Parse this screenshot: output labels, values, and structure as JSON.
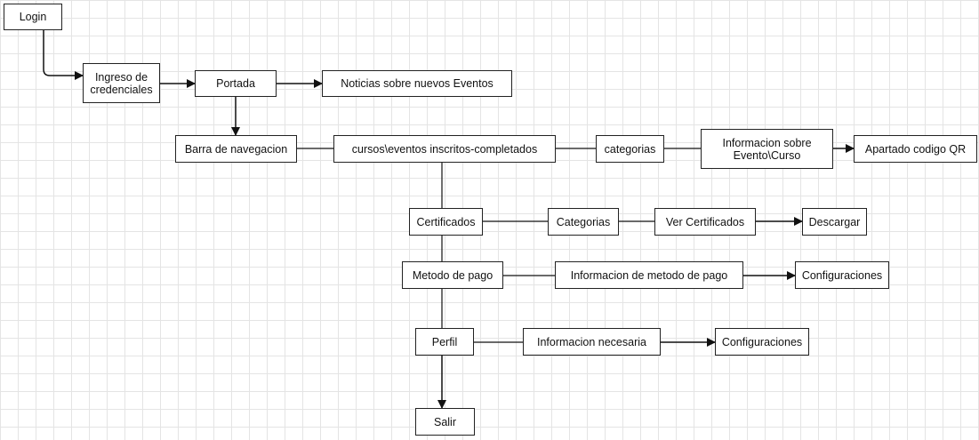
{
  "diagram": {
    "nodes": {
      "login": "Login",
      "ingreso": "Ingreso de credenciales",
      "portada": "Portada",
      "noticias": "Noticias sobre nuevos Eventos",
      "barra": "Barra de navegacion",
      "cursos": "cursos\\eventos inscritos-completados",
      "categorias": "categorias",
      "info_evento": "Informacion sobre Evento\\Curso",
      "qr": "Apartado codigo QR",
      "certificados": "Certificados",
      "categorias2": "Categorias",
      "ver_certificados": "Ver Certificados",
      "descargar": "Descargar",
      "metodo_pago": "Metodo de pago",
      "info_pago": "Informacion de metodo de pago",
      "config1": "Configuraciones",
      "perfil": "Perfil",
      "info_necesaria": "Informacion necesaria",
      "config2": "Configuraciones",
      "salir": "Salir"
    },
    "edges": [
      {
        "from": "login",
        "to": "ingreso",
        "arrow": true
      },
      {
        "from": "ingreso",
        "to": "portada",
        "arrow": true
      },
      {
        "from": "portada",
        "to": "noticias",
        "arrow": true
      },
      {
        "from": "portada",
        "to": "barra",
        "arrow": true
      },
      {
        "from": "barra",
        "to": "cursos",
        "arrow": false
      },
      {
        "from": "cursos",
        "to": "categorias",
        "arrow": false
      },
      {
        "from": "categorias",
        "to": "info_evento",
        "arrow": false
      },
      {
        "from": "info_evento",
        "to": "qr",
        "arrow": true
      },
      {
        "from": "cursos",
        "to": "certificados",
        "arrow": false
      },
      {
        "from": "certificados",
        "to": "categorias2",
        "arrow": false
      },
      {
        "from": "categorias2",
        "to": "ver_certificados",
        "arrow": false
      },
      {
        "from": "ver_certificados",
        "to": "descargar",
        "arrow": true
      },
      {
        "from": "certificados",
        "to": "metodo_pago",
        "arrow": false
      },
      {
        "from": "metodo_pago",
        "to": "info_pago",
        "arrow": false
      },
      {
        "from": "info_pago",
        "to": "config1",
        "arrow": true
      },
      {
        "from": "metodo_pago",
        "to": "perfil",
        "arrow": false
      },
      {
        "from": "perfil",
        "to": "info_necesaria",
        "arrow": false
      },
      {
        "from": "info_necesaria",
        "to": "config2",
        "arrow": true
      },
      {
        "from": "perfil",
        "to": "salir",
        "arrow": true
      }
    ]
  }
}
